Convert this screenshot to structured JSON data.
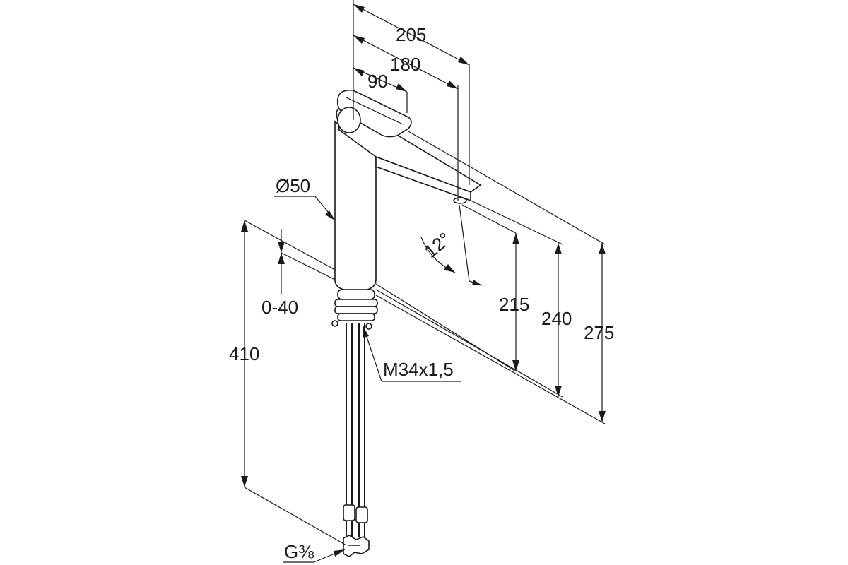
{
  "dimensions": {
    "reach_total": "205",
    "reach_spout": "180",
    "lever": "90",
    "diameter": "Ø50",
    "angle": "12°",
    "adjust": "0-40",
    "total_height": "410",
    "spout_height": "215",
    "height_mid": "240",
    "height_top": "275",
    "thread": "M34x1,5",
    "connection": "G⅜"
  }
}
